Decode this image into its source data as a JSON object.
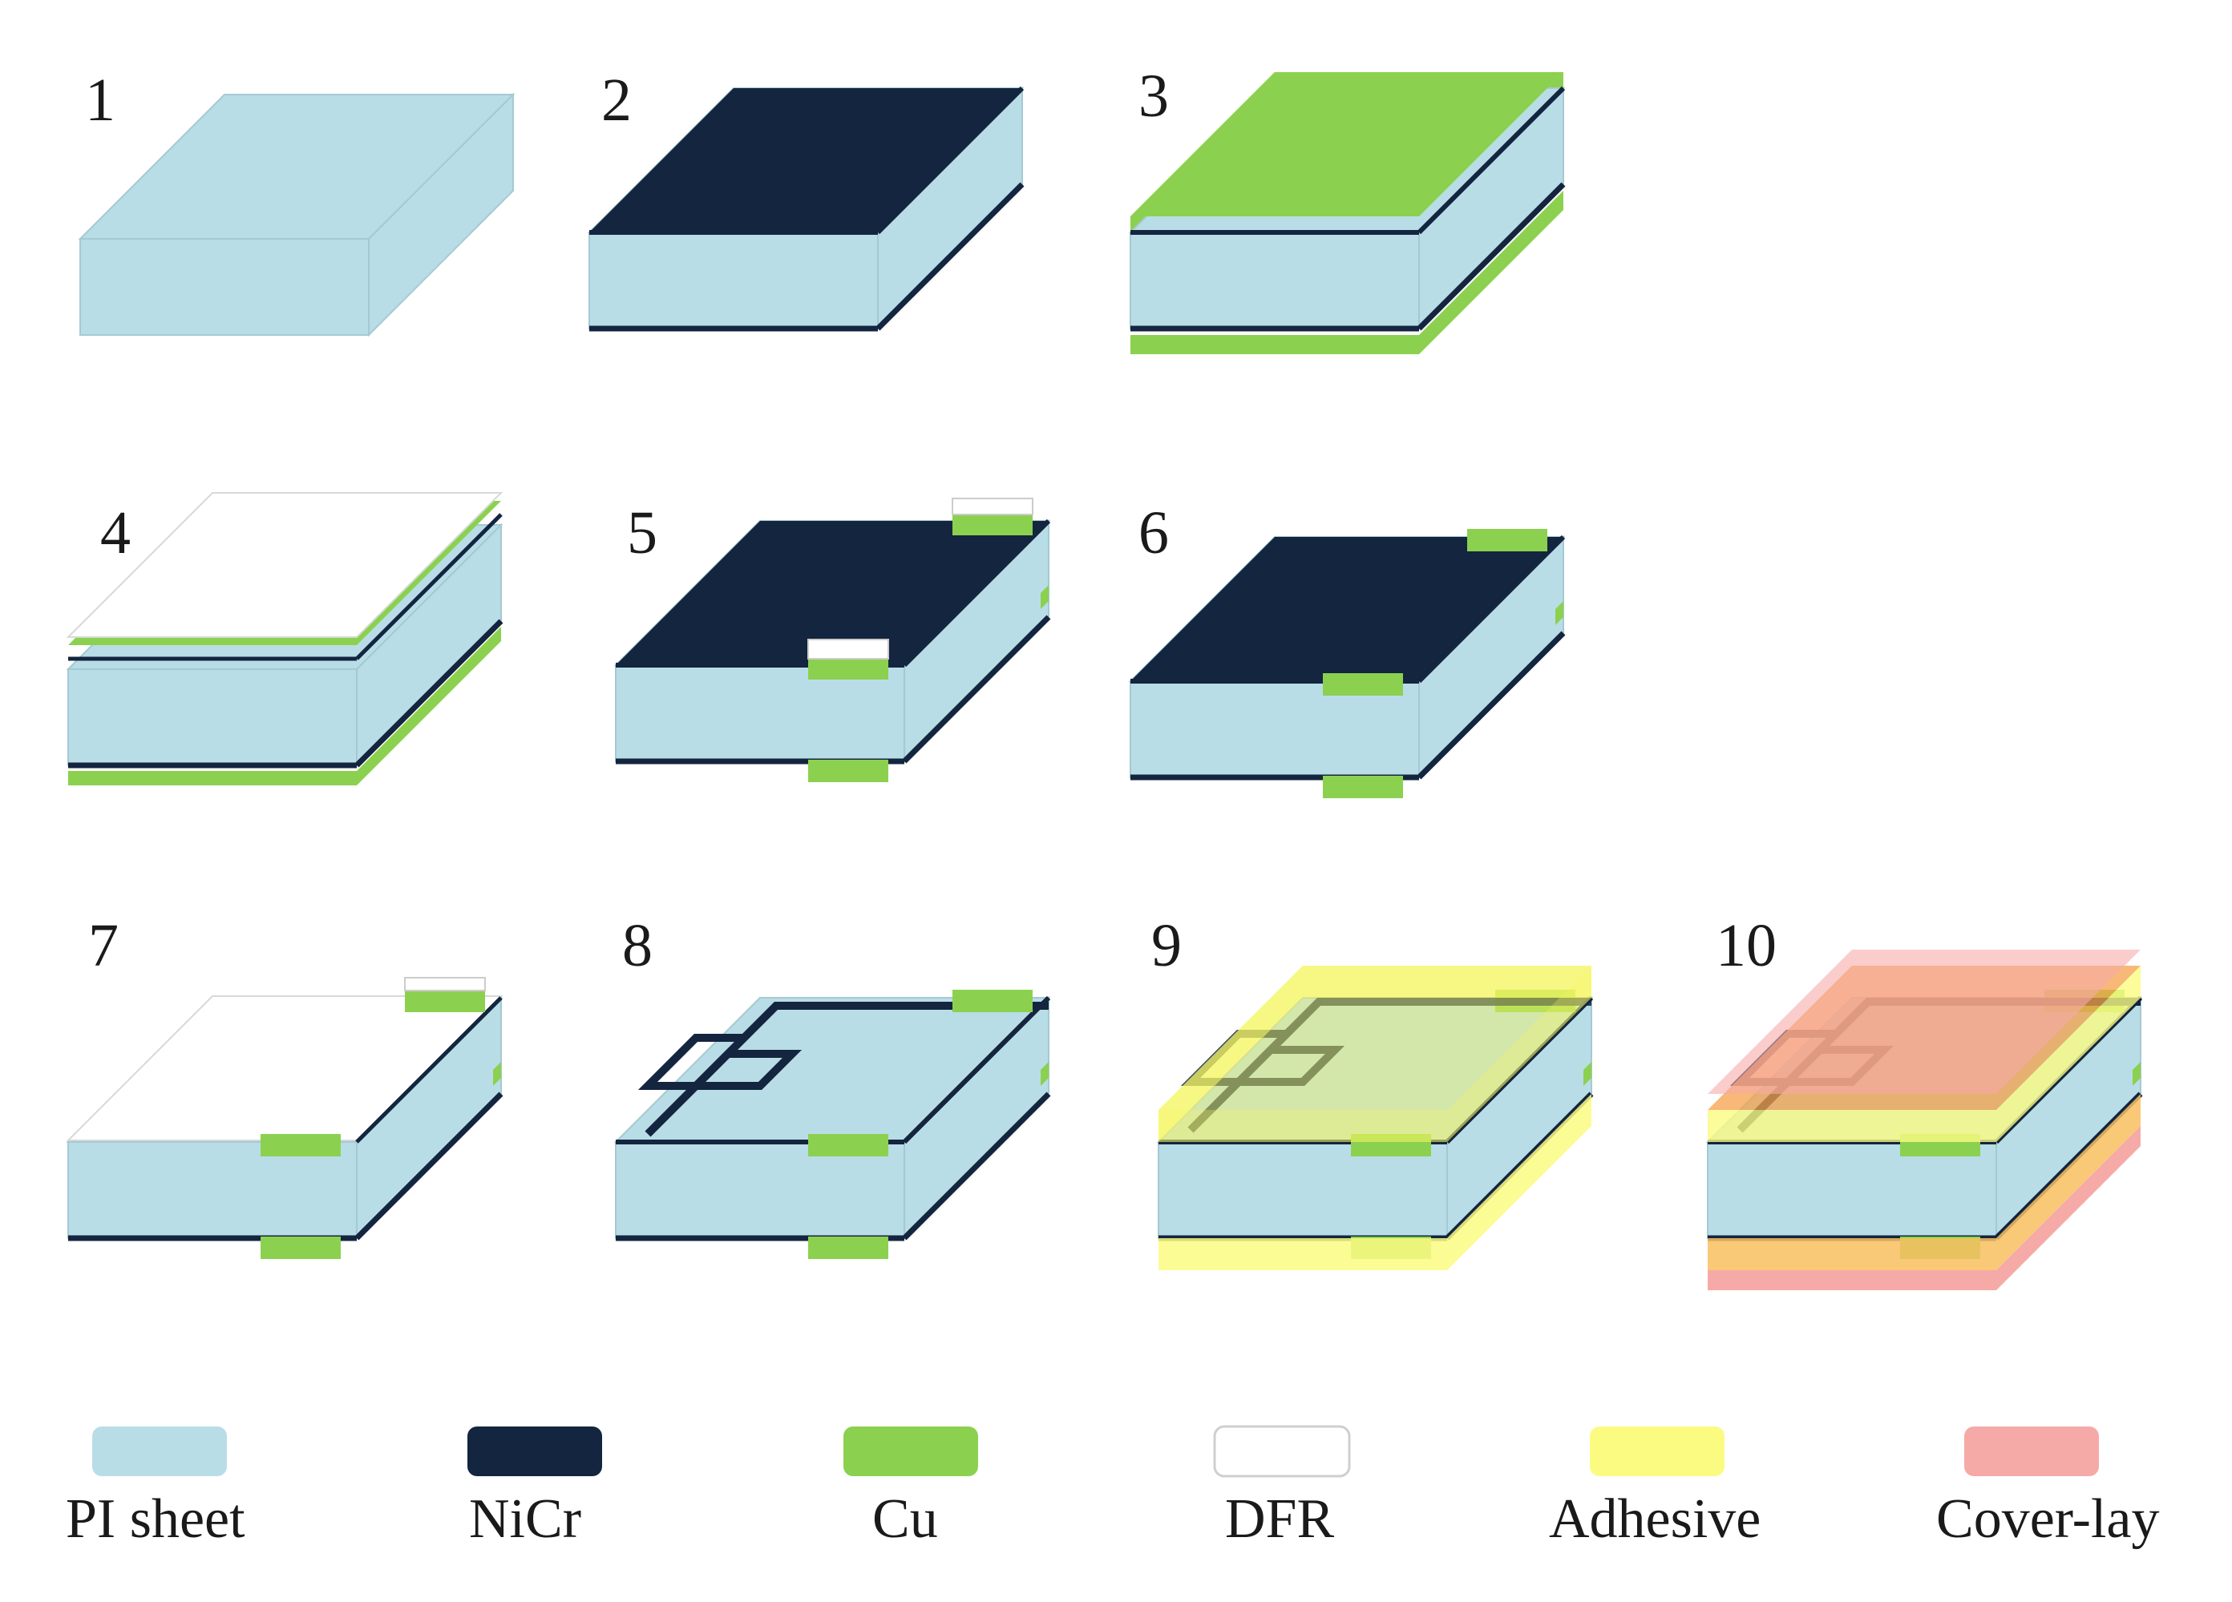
{
  "steps": [
    {
      "number": "1",
      "layers": [
        "pi"
      ]
    },
    {
      "number": "2",
      "layers": [
        "pi",
        "nicr"
      ]
    },
    {
      "number": "3",
      "layers": [
        "pi",
        "nicr",
        "cu"
      ]
    },
    {
      "number": "4",
      "layers": [
        "pi",
        "nicr",
        "cu",
        "dfr"
      ]
    },
    {
      "number": "5",
      "layers": [
        "pi",
        "nicr",
        "cu-pads",
        "dfr-pads"
      ]
    },
    {
      "number": "6",
      "layers": [
        "pi",
        "nicr",
        "cu-pads"
      ]
    },
    {
      "number": "7",
      "layers": [
        "pi",
        "nicr",
        "cu-pads",
        "dfr"
      ]
    },
    {
      "number": "8",
      "layers": [
        "pi",
        "nicr-pattern",
        "cu-pads"
      ]
    },
    {
      "number": "9",
      "layers": [
        "pi",
        "nicr-pattern",
        "cu-pads",
        "adhesive"
      ]
    },
    {
      "number": "10",
      "layers": [
        "pi",
        "nicr-pattern",
        "cu-pads",
        "adhesive",
        "cover-lay"
      ]
    }
  ],
  "legend": [
    {
      "key": "pi",
      "label": "PI sheet",
      "color": "#b9dde6"
    },
    {
      "key": "nicr",
      "label": "NiCr",
      "color": "#13253f"
    },
    {
      "key": "cu",
      "label": "Cu",
      "color": "#8bd14f"
    },
    {
      "key": "dfr",
      "label": "DFR",
      "color": "#ffffff"
    },
    {
      "key": "adhesive",
      "label": "Adhesive",
      "color": "#fbfb82"
    },
    {
      "key": "cover-lay",
      "label": "Cover-lay",
      "color": "#f6aaa8"
    }
  ]
}
